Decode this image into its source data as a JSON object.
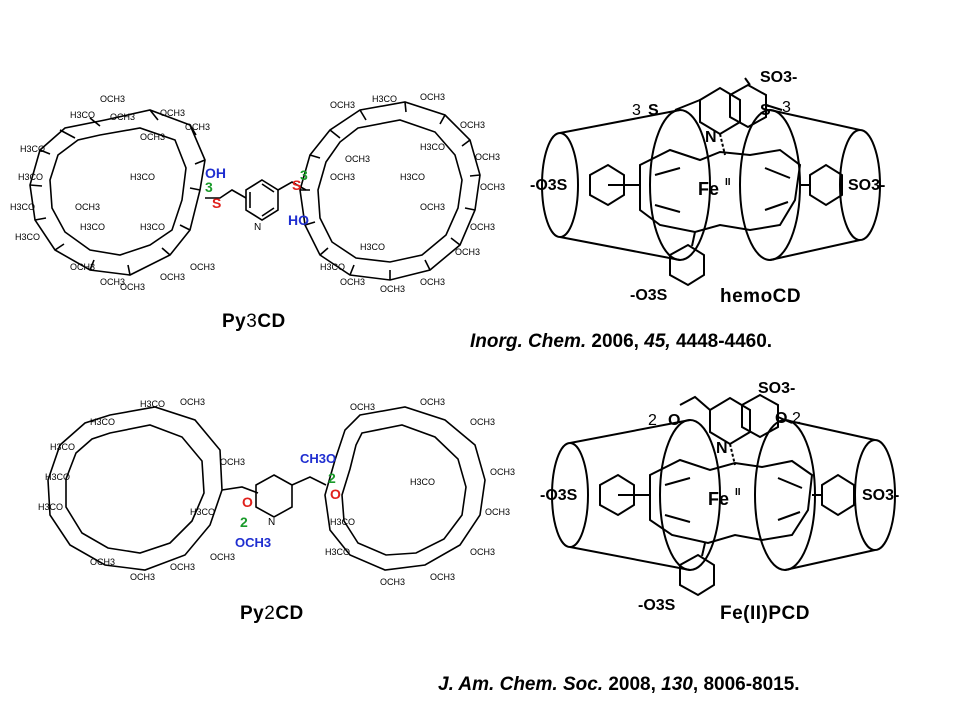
{
  "panels": {
    "py3cd": {
      "label_prefix": "Py",
      "label_number": "3",
      "label_suffix": "CD",
      "groups": {
        "oh": "OH",
        "ho": "HO",
        "s": "S",
        "n": "N",
        "num": "3",
        "och3": "OCH3",
        "h3co": "H3CO"
      }
    },
    "hemocd": {
      "label": "hemoCD",
      "groups": {
        "so3": "SO3-",
        "o3s": "-O3S",
        "fe": "Fe",
        "fe_ox": "II",
        "n": "N",
        "s": "S",
        "num": "3"
      }
    },
    "py2cd": {
      "label_prefix": "Py",
      "label_number": "2",
      "label_suffix": "CD",
      "groups": {
        "och3": "OCH3",
        "ch3o": "CH3O",
        "o": "O",
        "n": "N",
        "num": "2"
      }
    },
    "fepcd": {
      "label": "Fe(II)PCD",
      "groups": {
        "so3": "SO3-",
        "o3s": "-O3S",
        "fe": "Fe",
        "fe_ox": "II",
        "n": "N",
        "o": "O",
        "num": "2"
      }
    }
  },
  "references": [
    {
      "journal": "Inorg. Chem.",
      "year": "2006,",
      "volume": "45,",
      "pages": "4448-4460."
    },
    {
      "journal": "J. Am. Chem. Soc.",
      "year": "2008,",
      "volume": "130",
      "sep": ",",
      "pages": "8006-8015."
    }
  ],
  "colors": {
    "red": "#e0201b",
    "green": "#1a9a2a",
    "blue": "#1f2ed0",
    "black": "#000000"
  }
}
